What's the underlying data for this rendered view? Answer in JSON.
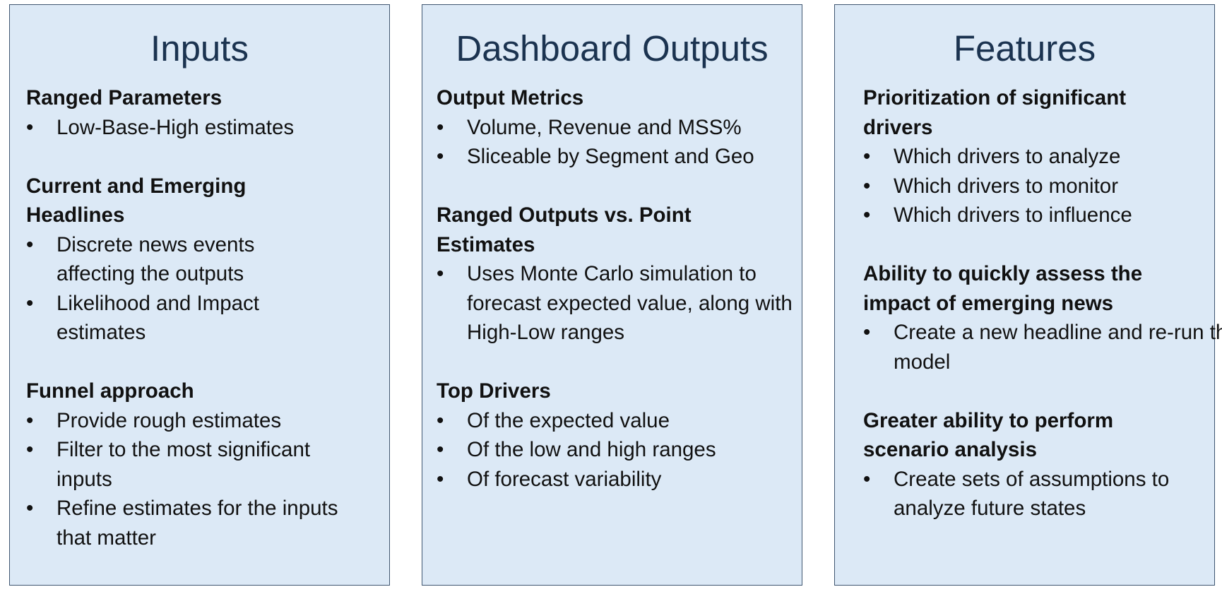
{
  "panels": [
    {
      "id": "inputs",
      "title": "Inputs",
      "sections": [
        {
          "heading": "Ranged Parameters",
          "items": [
            "Low-Base-High estimates"
          ]
        },
        {
          "heading": "Current and Emerging Headlines",
          "items": [
            "Discrete news events affecting the outputs",
            "Likelihood and Impact estimates"
          ]
        },
        {
          "heading": "Funnel approach",
          "items": [
            "Provide rough estimates",
            "Filter to the most significant inputs",
            "Refine estimates for the inputs that matter"
          ]
        }
      ]
    },
    {
      "id": "outputs",
      "title": "Dashboard Outputs",
      "sections": [
        {
          "heading": "Output Metrics",
          "items": [
            "Volume, Revenue and MSS%",
            "Sliceable by Segment and Geo"
          ]
        },
        {
          "heading": "Ranged Outputs vs. Point Estimates",
          "items": [
            "Uses Monte Carlo simulation to forecast expected value, along with High-Low ranges"
          ]
        },
        {
          "heading": "Top Drivers",
          "items": [
            "Of the expected value",
            "Of the low and high ranges",
            "Of forecast variability"
          ]
        }
      ]
    },
    {
      "id": "features",
      "title": "Features",
      "sections": [
        {
          "heading": "Prioritization of significant drivers",
          "items": [
            "Which drivers to analyze",
            "Which drivers to monitor",
            "Which drivers to influence"
          ]
        },
        {
          "heading": "Ability to quickly assess the impact of emerging news",
          "items": [
            "Create a new headline and re-run the model"
          ]
        },
        {
          "heading": "Greater ability to perform scenario analysis",
          "items": [
            "Create sets of assumptions to analyze future states"
          ]
        }
      ]
    }
  ],
  "bullet_symbol": "•",
  "colors": {
    "panel_fill": "#dce9f6",
    "panel_border": "#3f5670",
    "title_text": "#1b3350",
    "body_text": "#111111"
  }
}
